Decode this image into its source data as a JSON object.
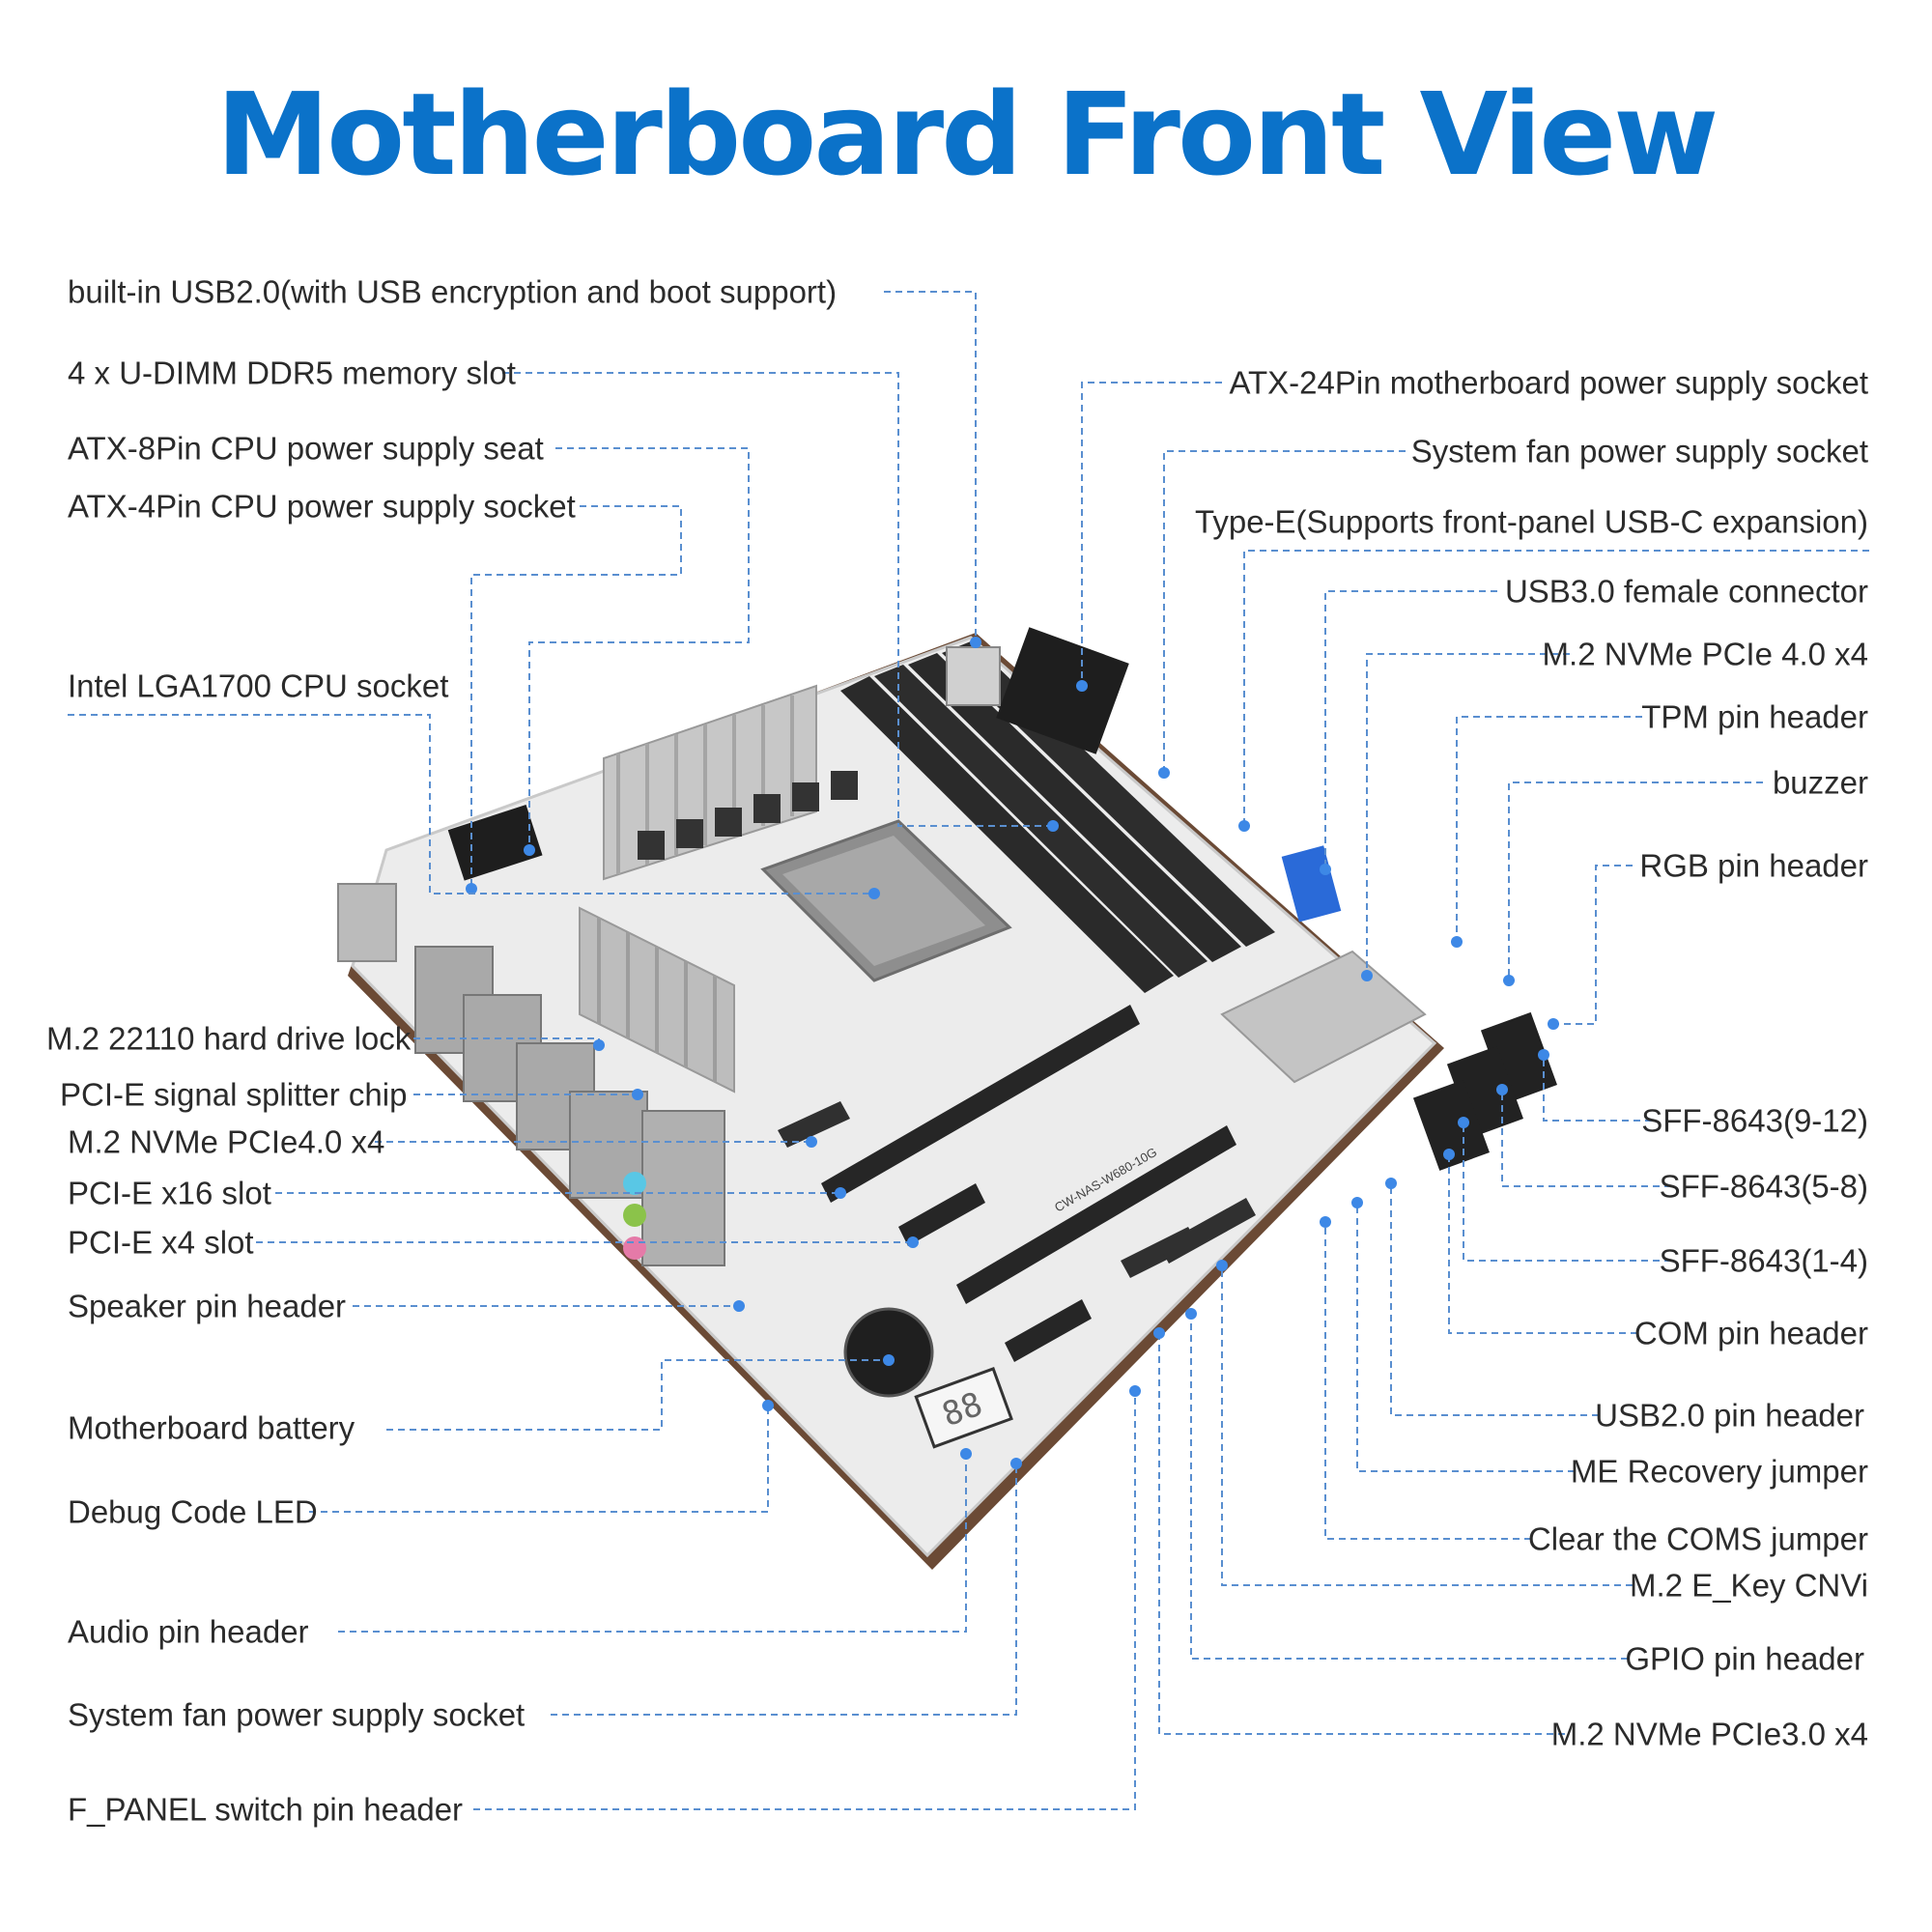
{
  "title": "Motherboard Front View",
  "board": {
    "model_text": "CW-NAS-W680-10G",
    "debug_display": "88"
  },
  "labels_left": [
    "built-in USB2.0(with USB encryption and boot support)",
    "4 x U-DIMM DDR5 memory slot",
    "ATX-8Pin CPU power supply seat",
    "ATX-4Pin CPU power supply socket",
    "Intel LGA1700 CPU socket",
    "M.2 22110 hard drive lock",
    "PCI-E signal splitter chip",
    "M.2 NVMe PCIe4.0 x4",
    "PCI-E x16 slot",
    "PCI-E x4 slot",
    "Speaker pin header",
    "Motherboard battery",
    "Debug Code LED",
    "Audio pin header",
    "System fan power supply socket",
    "F_PANEL switch pin header"
  ],
  "labels_right": [
    "ATX-24Pin motherboard power supply socket",
    "System fan power supply socket",
    "Type-E(Supports front-panel USB-C expansion)",
    "USB3.0 female connector",
    "M.2 NVMe PCIe 4.0 x4",
    "TPM pin header",
    "buzzer",
    "RGB pin header",
    "SFF-8643(9-12)",
    "SFF-8643(5-8)",
    "SFF-8643(1-4)",
    "COM pin header",
    "USB2.0 pin header",
    "ME Recovery jumper",
    "Clear the COMS jumper",
    "M.2 E_Key CNVi",
    "GPIO pin header",
    "M.2 NVMe PCIe3.0 x4"
  ],
  "colors": {
    "title": "#0b72c9",
    "leader": "#5a8fd0",
    "dot": "#3d88e6",
    "board": "#ececec",
    "heatsink": "#b8b8b8"
  }
}
